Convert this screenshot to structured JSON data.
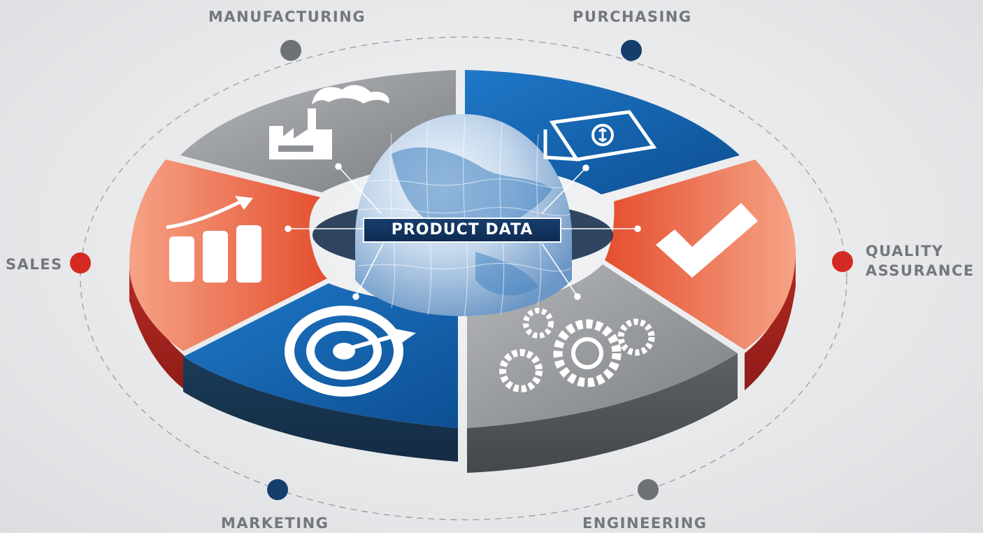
{
  "center": {
    "label": "PRODUCT DATA"
  },
  "departments": {
    "manufacturing": {
      "label": "MANUFACTURING",
      "icon": "factory-icon",
      "color": "#8e9196"
    },
    "purchasing": {
      "label": "PURCHASING",
      "icon": "money-icon",
      "color": "#1a5da3"
    },
    "quality_assurance": {
      "label_line1": "QUALITY",
      "label_line2": "ASSURANCE",
      "icon": "checkmark-icon",
      "color": "#e8563a"
    },
    "engineering": {
      "label": "ENGINEERING",
      "icon": "gears-icon",
      "color": "#8e9196"
    },
    "marketing": {
      "label": "MARKETING",
      "icon": "target-icon",
      "color": "#1a5da3"
    },
    "sales": {
      "label": "SALES",
      "icon": "growth-chart-icon",
      "color": "#e8563a"
    }
  },
  "colors": {
    "label_text": "#75787b",
    "orbit_dot_red": "#d42a24",
    "orbit_dot_blue": "#153e6b",
    "orbit_dot_gray": "#6e7175"
  }
}
